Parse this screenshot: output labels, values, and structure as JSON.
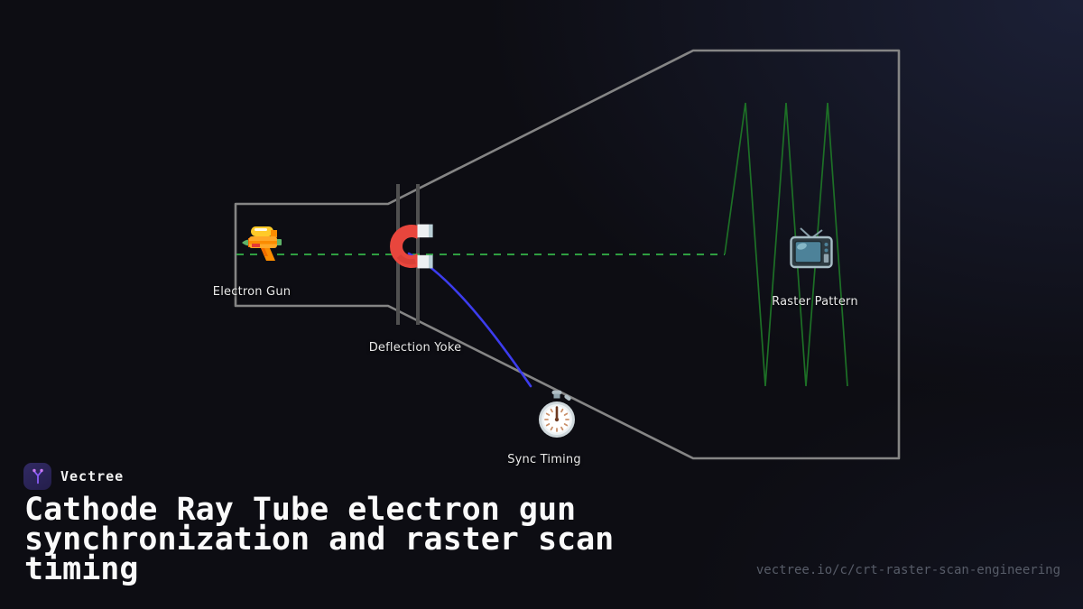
{
  "brand": {
    "name": "Vectree"
  },
  "title": "Cathode Ray Tube electron gun synchronization and raster scan timing",
  "footer": {
    "url": "vectree.io/c/crt-raster-scan-engineering"
  },
  "diagram": {
    "labels": {
      "electron_gun": "Electron Gun",
      "deflection_yoke": "Deflection Yoke",
      "sync_timing": "Sync Timing",
      "raster_pattern": "Raster Pattern"
    },
    "icons": {
      "electron_gun": "water-pistol-icon",
      "deflection_yoke": "magnet-icon",
      "sync_timing": "stopwatch-icon",
      "raster_pattern": "tv-icon",
      "brand": "vectree-branch-icon"
    },
    "colors": {
      "beam_green": "#2f9e41",
      "raster_green": "#1d7026",
      "sync_blue": "#3c3cee",
      "tube_outline": "#858585",
      "yoke_coil": "#505050"
    }
  }
}
